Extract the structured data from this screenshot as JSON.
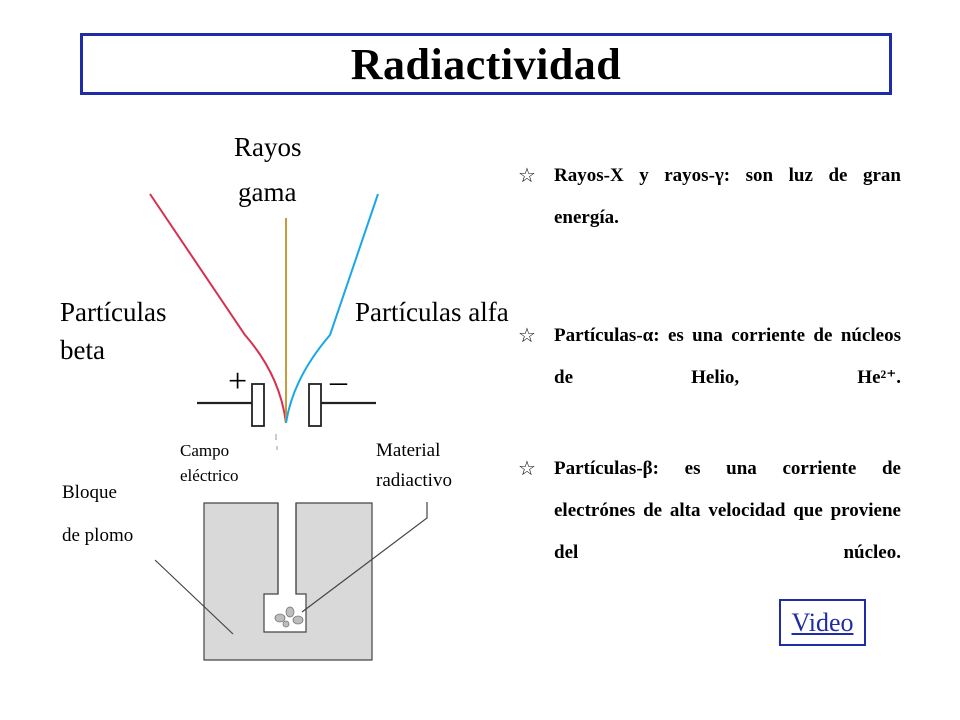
{
  "title": "Radiactividad",
  "diagram": {
    "gamma_label_line1": "Rayos",
    "gamma_label_line2": "gama",
    "beta_label_line1": "Partículas",
    "beta_label_line2": "beta",
    "alpha_label": "Partículas alfa",
    "plus_sign": "+",
    "minus_sign": "–",
    "field_label_line1": "Campo",
    "field_label_line2": "eléctrico",
    "material_label_line1": "Material",
    "material_label_line2": "radiactivo",
    "block_label_line1": "Bloque",
    "block_label_line2": "de plomo"
  },
  "bullets": [
    {
      "text": "Rayos-X y rayos-γ: son luz de gran energía."
    },
    {
      "text": "Partículas-α: es una corriente de núcleos de Helio, He²⁺."
    },
    {
      "text": "Partículas-β: es una corriente de electrónes de alta velocidad que proviene del núcleo."
    }
  ],
  "video_label": "Video",
  "colors": {
    "frame": "#1f2ca8",
    "beta_ray": "#d6304f",
    "gamma_ray": "#c89a3a",
    "alpha_ray": "#1aa7e6",
    "lead_block": "#d9d9d9"
  }
}
